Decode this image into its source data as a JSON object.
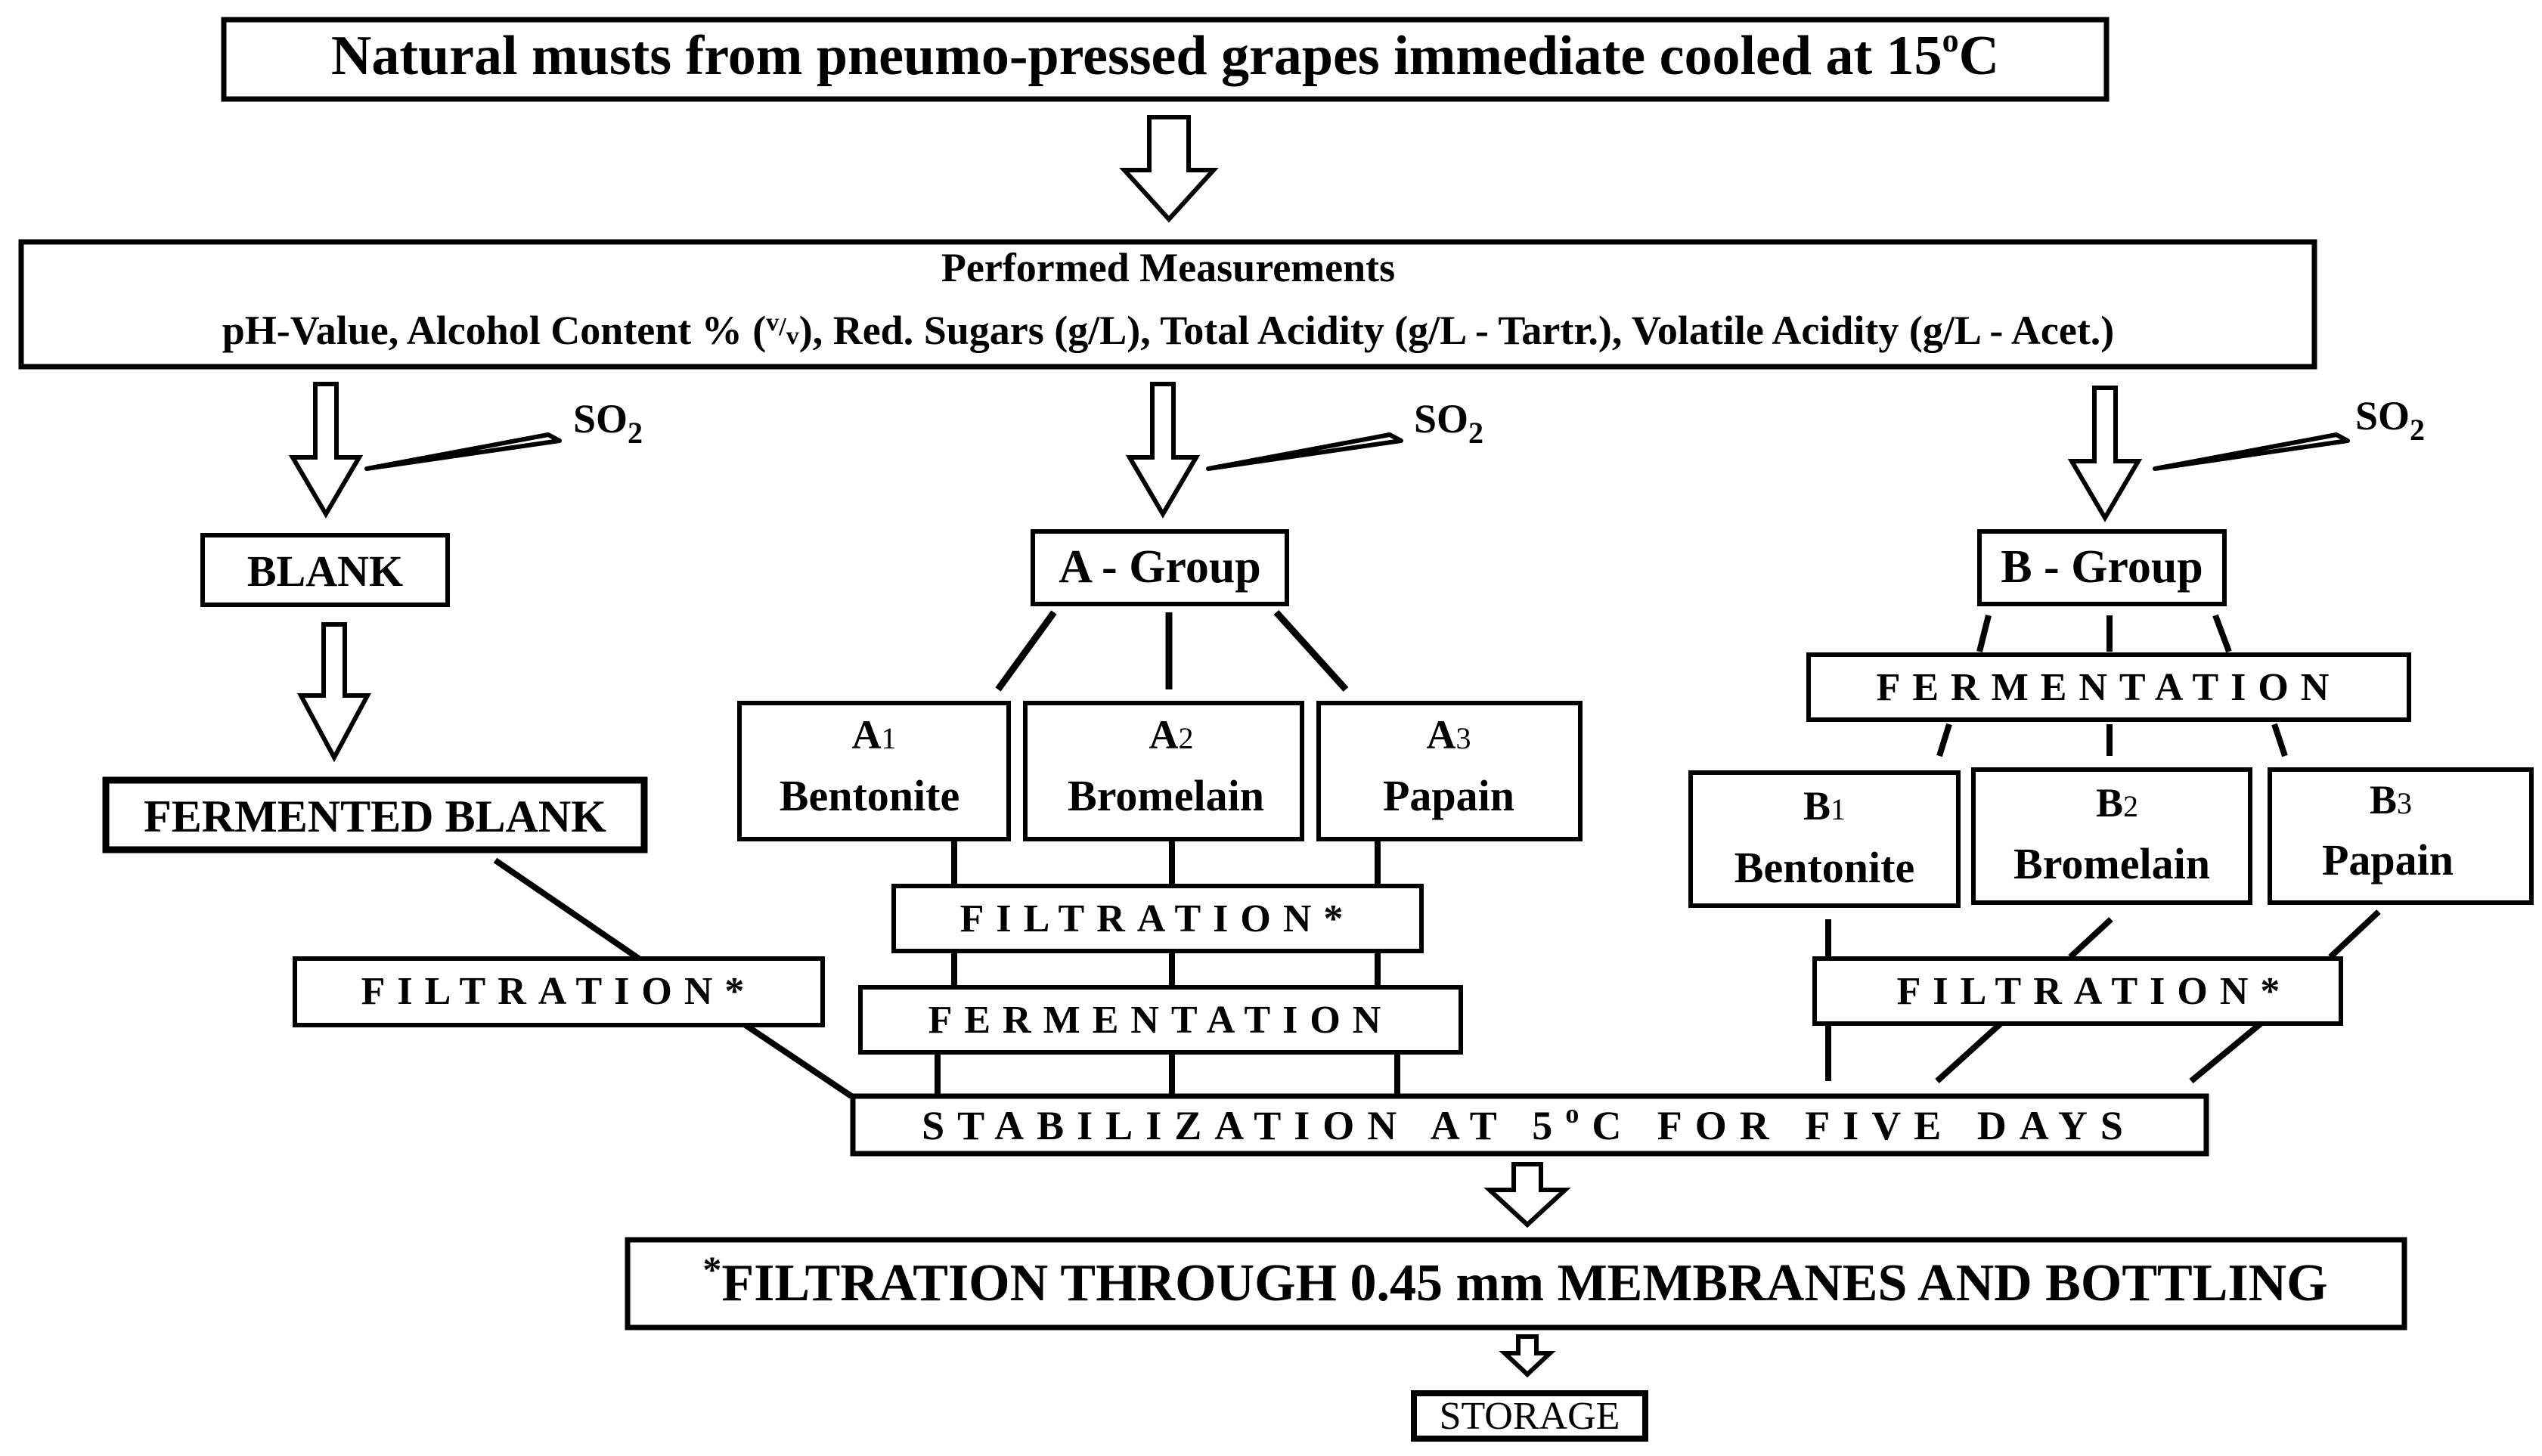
{
  "colors": {
    "background": "#ffffff",
    "ink": "#000000"
  },
  "top": {
    "text_main": "Natural musts from pneumo-pressed grapes immediate cooled at 15",
    "text_deg": "o",
    "text_unit": "C"
  },
  "measurements": {
    "title": "Performed Measurements",
    "line_a": "pH-Value, Alcohol Content % (",
    "v_sup": "v",
    "slash": "/",
    "v_sub": "v",
    "line_b": "), Red. Sugars (g/L), Total Acidity (g/L - Tartr.), Volatile Acidity (g/L - Acet.)"
  },
  "so2": {
    "label": "SO",
    "subscript": "2"
  },
  "blank": {
    "label": "BLANK",
    "fermented_label": "FERMENTED BLANK"
  },
  "a_group": {
    "label": "A - Group",
    "items": [
      {
        "letter": "A",
        "index": "1",
        "agent": "Bentonite"
      },
      {
        "letter": "A",
        "index": "2",
        "agent": "Bromelain"
      },
      {
        "letter": "A",
        "index": "3",
        "agent": "Papain"
      }
    ],
    "filtration": "FILTRATION*",
    "fermentation": "FERMENTATION"
  },
  "b_group": {
    "label": "B - Group",
    "fermentation": "FERMENTATION",
    "items": [
      {
        "letter": "B",
        "index": "1",
        "agent": "Bentonite"
      },
      {
        "letter": "B",
        "index": "2",
        "agent": "Bromelain"
      },
      {
        "letter": "B",
        "index": "3",
        "agent": "Papain"
      }
    ],
    "filtration": "FILTRATION*"
  },
  "left_filtration": "FILTRATION*",
  "stabilization": {
    "pre": "STABILIZATION AT 5",
    "deg": "o",
    "post": "C FOR FIVE DAYS"
  },
  "final_filtration": {
    "asterisk": "*",
    "text": "FILTRATION THROUGH 0.45 mm MEMBRANES AND BOTTLING"
  },
  "storage": "STORAGE"
}
